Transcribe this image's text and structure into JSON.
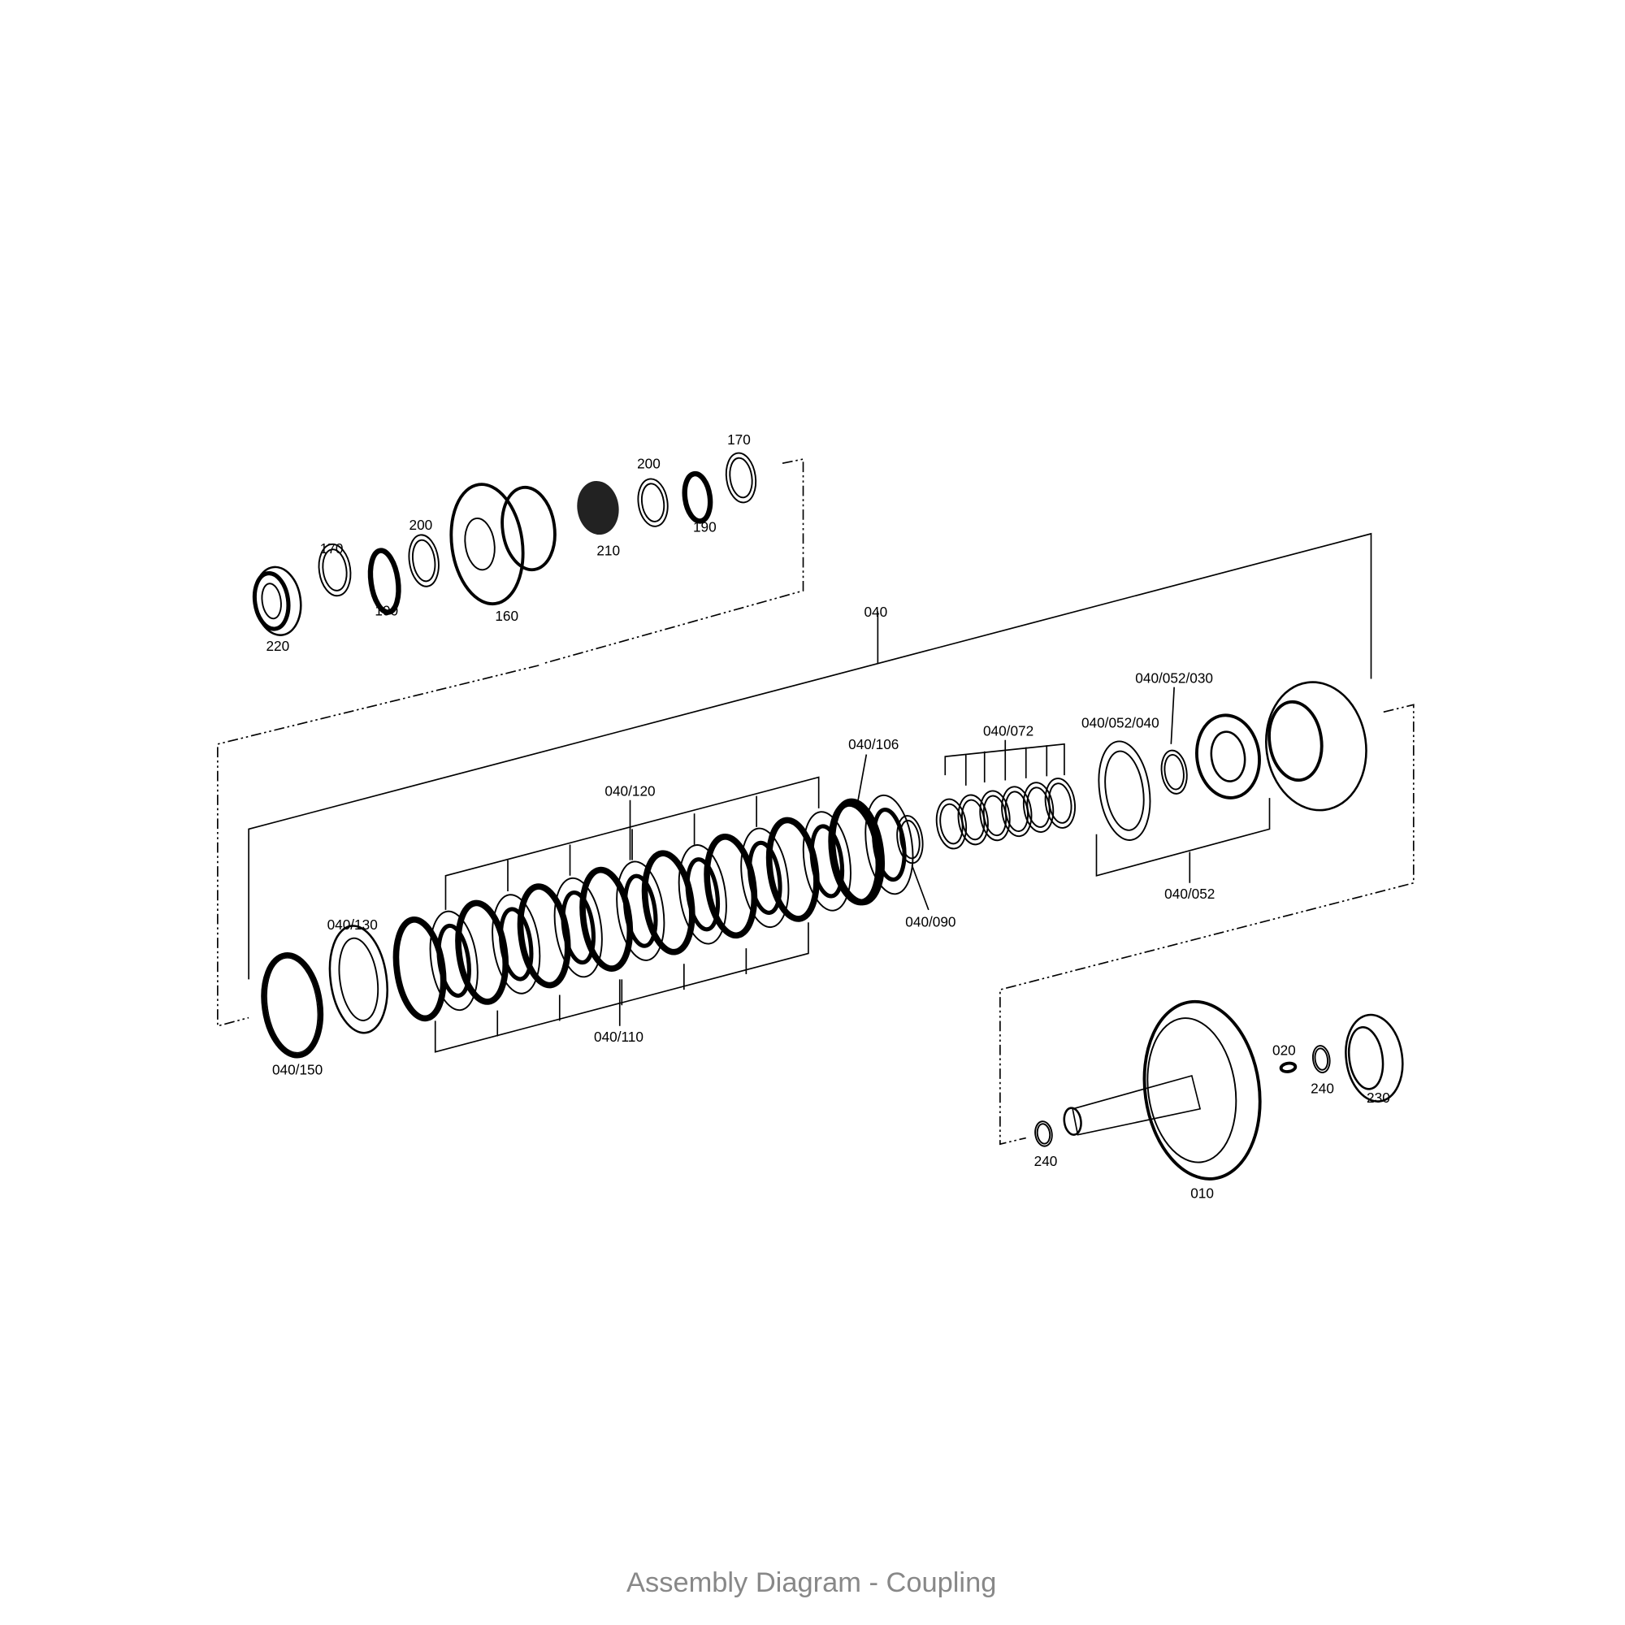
{
  "title": "Assembly Diagram - Coupling",
  "labels": {
    "p170a": "170",
    "p200a": "200",
    "p190a": "190",
    "p210": "210",
    "p170b": "170",
    "p200b": "200",
    "p190b": "190",
    "p160": "160",
    "p220": "220",
    "p040": "040",
    "p040_052_030": "040/052/030",
    "p040_052_040": "040/052/040",
    "p040_072": "040/072",
    "p040_106": "040/106",
    "p040_120": "040/120",
    "p040_130": "040/130",
    "p040_090": "040/090",
    "p040_052": "040/052",
    "p040_110": "040/110",
    "p040_150": "040/150",
    "p020": "020",
    "p240a": "240",
    "p230": "230",
    "p240b": "240",
    "p010": "010"
  }
}
